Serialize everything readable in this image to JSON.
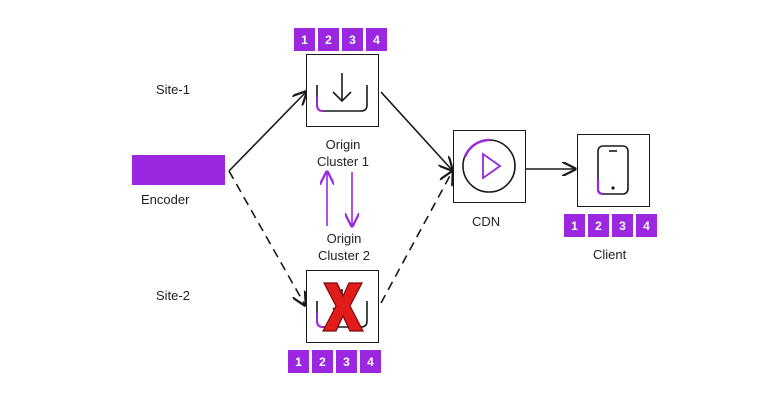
{
  "labels": {
    "site1": "Site-1",
    "site2": "Site-2",
    "encoder": "Encoder",
    "origin1_line1": "Origin",
    "origin1_line2": "Cluster 1",
    "origin2_line1": "Origin",
    "origin2_line2": "Cluster 2",
    "cdn": "CDN",
    "client": "Client"
  },
  "segments": {
    "origin1": [
      "1",
      "2",
      "3",
      "4"
    ],
    "origin2": [
      "1",
      "2",
      "3",
      "4"
    ],
    "client": [
      "1",
      "2",
      "3",
      "4"
    ]
  },
  "colors": {
    "accent": "#9b27e0",
    "stroke": "#1a1a1a",
    "failure": "#e21b1b"
  },
  "icons": {
    "origin1": "download-icon",
    "origin2": "download-icon",
    "cdn": "play-icon",
    "client": "phone-icon",
    "failure": "x-mark-icon"
  }
}
